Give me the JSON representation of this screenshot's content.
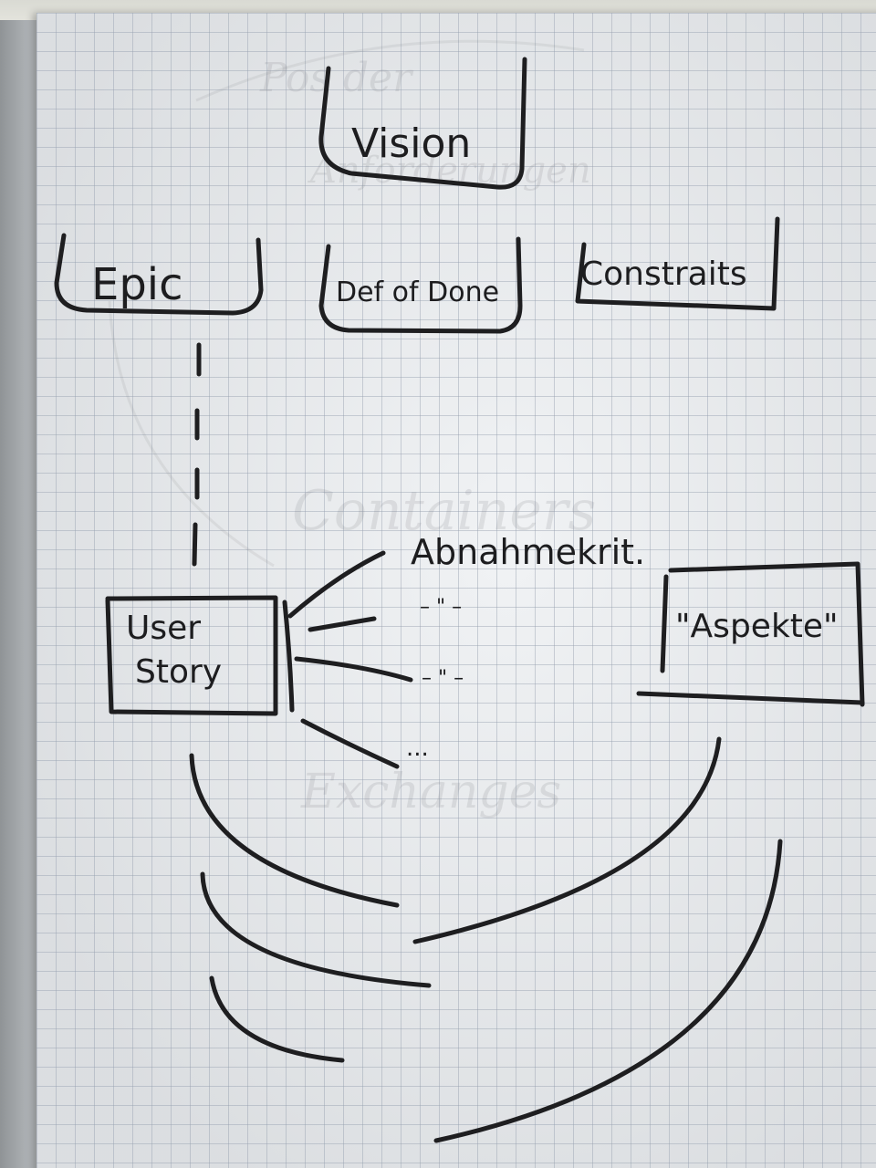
{
  "nodes": {
    "vision": "Vision",
    "epic": "Epic",
    "def_of_done": "Def of Done",
    "constraints": "Constraits",
    "user_story_line1": "User",
    "user_story_line2": "Story",
    "aspekte": "\"Aspekte\""
  },
  "branches": {
    "abnahmekrit": "Abnahmekrit.",
    "ditto1": "– \" –",
    "ditto2": "– \" –",
    "ellipsis": "..."
  },
  "ghost_text": {
    "line1": "Pos der",
    "line2": "Anforderungen",
    "line3": "Containers",
    "line4": "Exchanges"
  },
  "colors": {
    "ink": "#1e1e20",
    "paper": "#e9ecef",
    "grid": "#9aa0af"
  }
}
